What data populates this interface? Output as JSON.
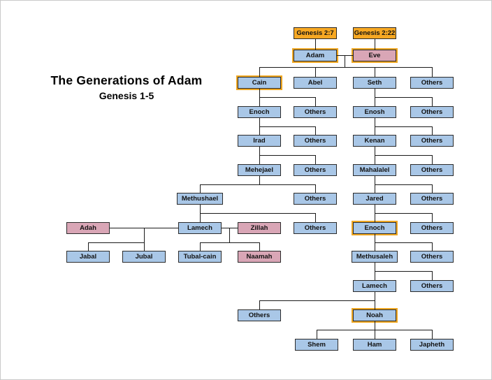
{
  "title": "The Generations of Adam",
  "subtitle": "Genesis 1-5",
  "colors": {
    "male": "#A9C7E7",
    "female": "#D9A6B6",
    "scripture": "#F7A823",
    "highlight": "#EFA722",
    "line": "#1A1A1A",
    "border": "#2B2B2B"
  },
  "labels": {
    "genesis_2_7": "Genesis 2:7",
    "genesis_2_22": "Genesis 2:22",
    "adam": "Adam",
    "eve": "Eve",
    "cain": "Cain",
    "abel": "Abel",
    "seth": "Seth",
    "others": "Others",
    "enoch": "Enoch",
    "irad": "Irad",
    "mehejael": "Mehejael",
    "methushael": "Methushael",
    "lamech": "Lamech",
    "adah": "Adah",
    "zillah": "Zillah",
    "jabal": "Jabal",
    "jubal": "Jubal",
    "tubal_cain": "Tubal-cain",
    "naamah": "Naamah",
    "enosh": "Enosh",
    "kenan": "Kenan",
    "mahalalel": "Mahalalel",
    "jared": "Jared",
    "methusaleh": "Methusaleh",
    "noah": "Noah",
    "shem": "Shem",
    "ham": "Ham",
    "japheth": "Japheth"
  }
}
